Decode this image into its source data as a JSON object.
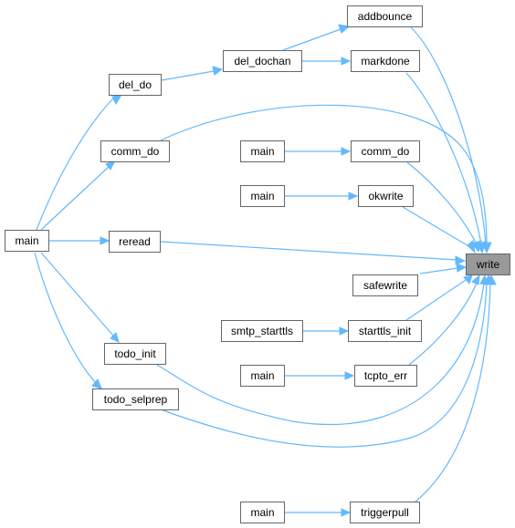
{
  "graph": {
    "edge_color": "#63b8ff",
    "nodes": {
      "main_left": "main",
      "del_do": "del_do",
      "comm_do_left": "comm_do",
      "reread": "reread",
      "todo_init": "todo_init",
      "todo_selprep": "todo_selprep",
      "del_dochan": "del_dochan",
      "addbounce": "addbounce",
      "markdone": "markdone",
      "main_comm": "main",
      "comm_do_right": "comm_do",
      "main_okwrite": "main",
      "okwrite": "okwrite",
      "safewrite": "safewrite",
      "smtp_starttls": "smtp_starttls",
      "starttls_init": "starttls_init",
      "main_tcpto": "main",
      "tcpto_err": "tcpto_err",
      "main_trigger": "main",
      "triggerpull": "triggerpull",
      "write": "write"
    },
    "edges": [
      [
        "main_left",
        "del_do"
      ],
      [
        "main_left",
        "comm_do_left"
      ],
      [
        "main_left",
        "reread"
      ],
      [
        "main_left",
        "todo_init"
      ],
      [
        "main_left",
        "todo_selprep"
      ],
      [
        "del_do",
        "del_dochan"
      ],
      [
        "del_dochan",
        "addbounce"
      ],
      [
        "del_dochan",
        "markdone"
      ],
      [
        "main_comm",
        "comm_do_right"
      ],
      [
        "main_okwrite",
        "okwrite"
      ],
      [
        "smtp_starttls",
        "starttls_init"
      ],
      [
        "main_tcpto",
        "tcpto_err"
      ],
      [
        "main_trigger",
        "triggerpull"
      ],
      [
        "addbounce",
        "write"
      ],
      [
        "markdone",
        "write"
      ],
      [
        "comm_do_left",
        "write"
      ],
      [
        "comm_do_right",
        "write"
      ],
      [
        "okwrite",
        "write"
      ],
      [
        "reread",
        "write"
      ],
      [
        "safewrite",
        "write"
      ],
      [
        "starttls_init",
        "write"
      ],
      [
        "tcpto_err",
        "write"
      ],
      [
        "todo_init",
        "write"
      ],
      [
        "todo_selprep",
        "write"
      ],
      [
        "triggerpull",
        "write"
      ]
    ]
  }
}
